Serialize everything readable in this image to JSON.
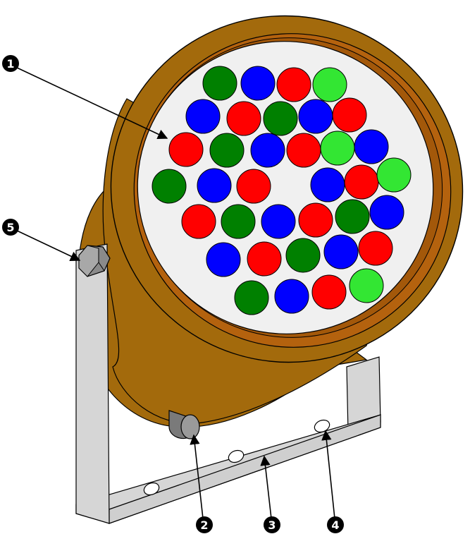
{
  "colors": {
    "housing": "#a36a0c",
    "housing_dark": "#8a5405",
    "rim_inner": "#b4620e",
    "lens_face": "#f0f0f0",
    "bracket": "#d6d6d6",
    "bolt": "#9a9a9a",
    "gland": "#7a7a7a",
    "led_red": "#ff0000",
    "led_blue": "#0000ff",
    "led_green": "#008000",
    "led_light_green": "#33e633",
    "callout_fill": "#000000",
    "callout_text": "#ffffff"
  },
  "leds": [
    "green",
    "blue",
    "red",
    "light_green",
    "blue",
    "red",
    "green",
    "blue",
    "red",
    "red",
    "green",
    "blue",
    "red",
    "light_green",
    "blue",
    "green",
    "blue",
    "red",
    "blue",
    "red",
    "light_green",
    "red",
    "green",
    "blue",
    "red",
    "green",
    "blue",
    "blue",
    "red",
    "green",
    "blue",
    "red",
    "green",
    "blue",
    "red",
    "light_green"
  ],
  "callouts": [
    {
      "label": "1",
      "part": "led-array"
    },
    {
      "label": "2",
      "part": "cable-gland"
    },
    {
      "label": "3",
      "part": "mounting-bracket"
    },
    {
      "label": "4",
      "part": "mounting-hole"
    },
    {
      "label": "5",
      "part": "pivot-bolt"
    }
  ]
}
